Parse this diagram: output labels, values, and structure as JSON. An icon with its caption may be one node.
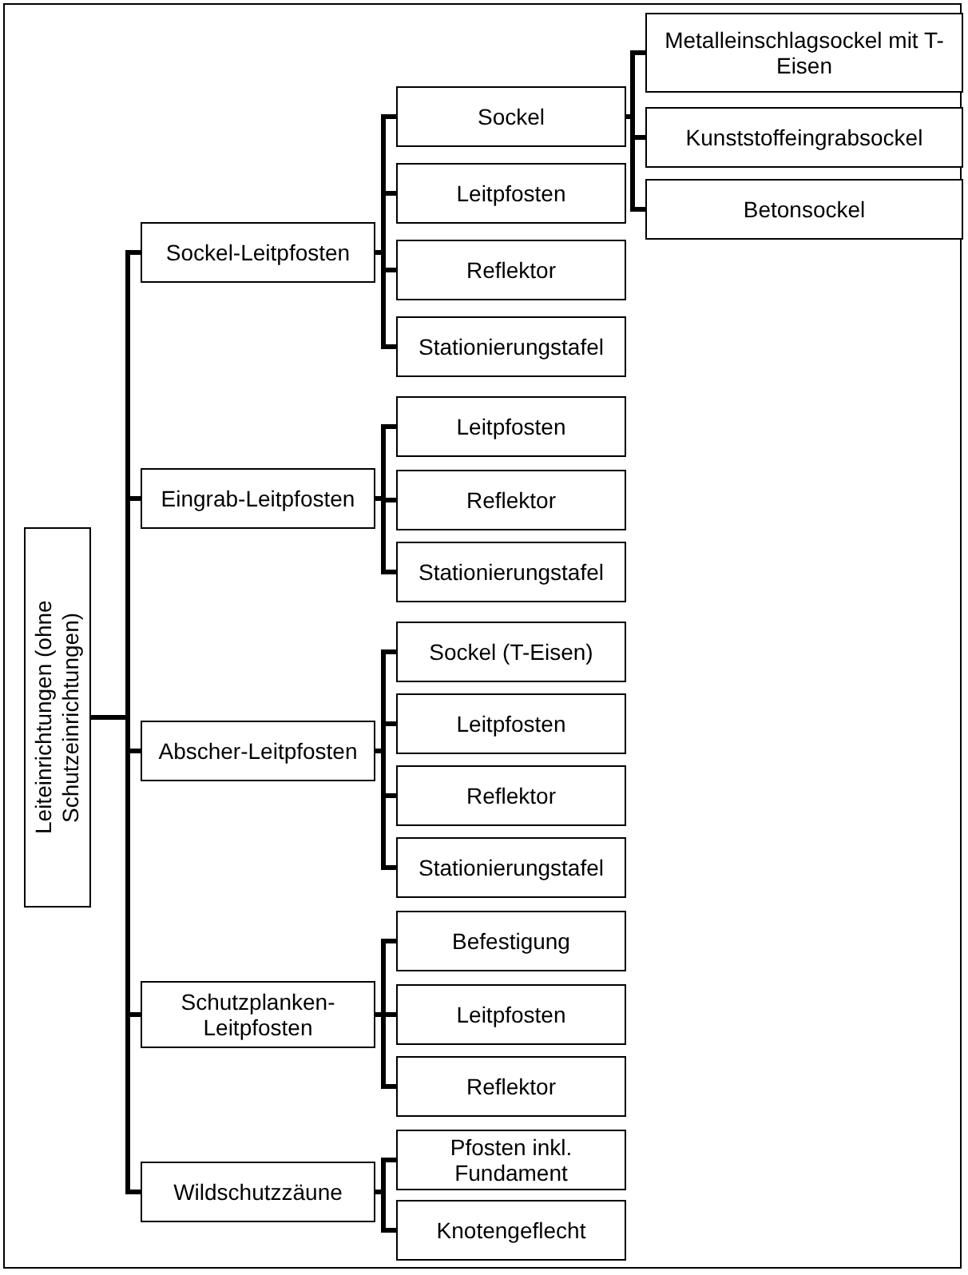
{
  "diagram": {
    "nodes": [
      {
        "text": [
          "Leiteinrichtungen (ohne Schutzeinrichtungen)"
        ]
      },
      {
        "text": [
          "Sockel-Leitpfosten"
        ]
      },
      {
        "text": [
          "Sockel"
        ]
      },
      {
        "text": [
          "Metalleinschlagsockel mit T-Eisen"
        ]
      },
      {
        "text": [
          "Kunststoffeingrabsockel"
        ]
      },
      {
        "text": [
          "Betonsockel"
        ]
      },
      {
        "text": [
          "Leitpfosten"
        ]
      },
      {
        "text": [
          "Reflektor"
        ]
      },
      {
        "text": [
          "Stationierungstafel"
        ]
      },
      {
        "text": [
          "Eingrab-Leitpfosten"
        ]
      },
      {
        "text": [
          "Leitpfosten"
        ]
      },
      {
        "text": [
          "Reflektor"
        ]
      },
      {
        "text": [
          "Stationierungstafel"
        ]
      },
      {
        "text": [
          "Abscher-Leitpfosten"
        ]
      },
      {
        "text": [
          "Sockel (T-Eisen)"
        ]
      },
      {
        "text": [
          "Leitpfosten"
        ]
      },
      {
        "text": [
          "Reflektor"
        ]
      },
      {
        "text": [
          "Stationierungstafel"
        ]
      },
      {
        "text": [
          "Schutzplanken-Leitpfosten"
        ]
      },
      {
        "text": [
          "Befestigung"
        ]
      },
      {
        "text": [
          "Leitpfosten"
        ]
      },
      {
        "text": [
          "Reflektor"
        ]
      },
      {
        "text": [
          "Wildschutzzäune"
        ]
      },
      {
        "text": [
          "Pfosten inkl. Fundament"
        ]
      },
      {
        "text": [
          "Knotengeflecht"
        ]
      }
    ],
    "edges": [
      {
        "from": 0,
        "to": 1,
        "arrow": "none"
      },
      {
        "from": 0,
        "to": 9,
        "arrow": "none"
      },
      {
        "from": 0,
        "to": 13,
        "arrow": "none"
      },
      {
        "from": 0,
        "to": 18,
        "arrow": "none"
      },
      {
        "from": 0,
        "to": 22,
        "arrow": "none"
      },
      {
        "from": 1,
        "to": 2,
        "arrow": "none"
      },
      {
        "from": 1,
        "to": 6,
        "arrow": "none"
      },
      {
        "from": 1,
        "to": 7,
        "arrow": "none"
      },
      {
        "from": 1,
        "to": 8,
        "arrow": "none"
      },
      {
        "from": 2,
        "to": 3,
        "arrow": "none"
      },
      {
        "from": 2,
        "to": 4,
        "arrow": "none"
      },
      {
        "from": 2,
        "to": 5,
        "arrow": "none"
      },
      {
        "from": 9,
        "to": 10,
        "arrow": "none"
      },
      {
        "from": 9,
        "to": 11,
        "arrow": "none"
      },
      {
        "from": 9,
        "to": 12,
        "arrow": "none"
      },
      {
        "from": 13,
        "to": 14,
        "arrow": "none"
      },
      {
        "from": 13,
        "to": 15,
        "arrow": "none"
      },
      {
        "from": 13,
        "to": 16,
        "arrow": "none"
      },
      {
        "from": 13,
        "to": 17,
        "arrow": "none"
      },
      {
        "from": 18,
        "to": 19,
        "arrow": "none"
      },
      {
        "from": 18,
        "to": 20,
        "arrow": "none"
      },
      {
        "from": 18,
        "to": 21,
        "arrow": "none"
      },
      {
        "from": 22,
        "to": 23,
        "arrow": "none"
      },
      {
        "from": 22,
        "to": 24,
        "arrow": "none"
      }
    ]
  }
}
